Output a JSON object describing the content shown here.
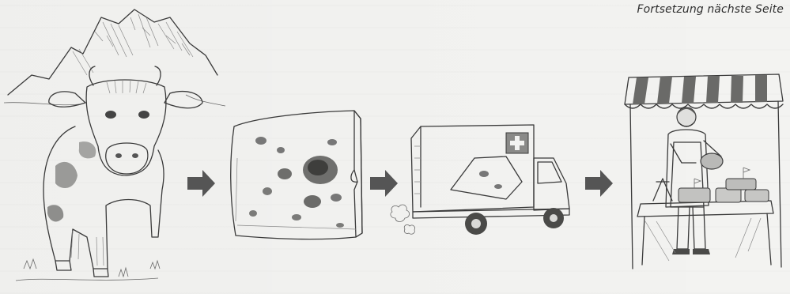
{
  "header": {
    "continued_label": "Fortsetzung nächste Seite"
  },
  "illustrations": [
    {
      "subject": "cow-in-alpine-meadow"
    },
    {
      "subject": "cheese-wedge-with-holes"
    },
    {
      "subject": "delivery-truck-with-swiss-cross"
    },
    {
      "subject": "cheese-market-stall-vendor"
    }
  ],
  "colors": {
    "ink": "#3a3a3a",
    "arrow": "#555555",
    "paper": "#f3f3f1"
  }
}
